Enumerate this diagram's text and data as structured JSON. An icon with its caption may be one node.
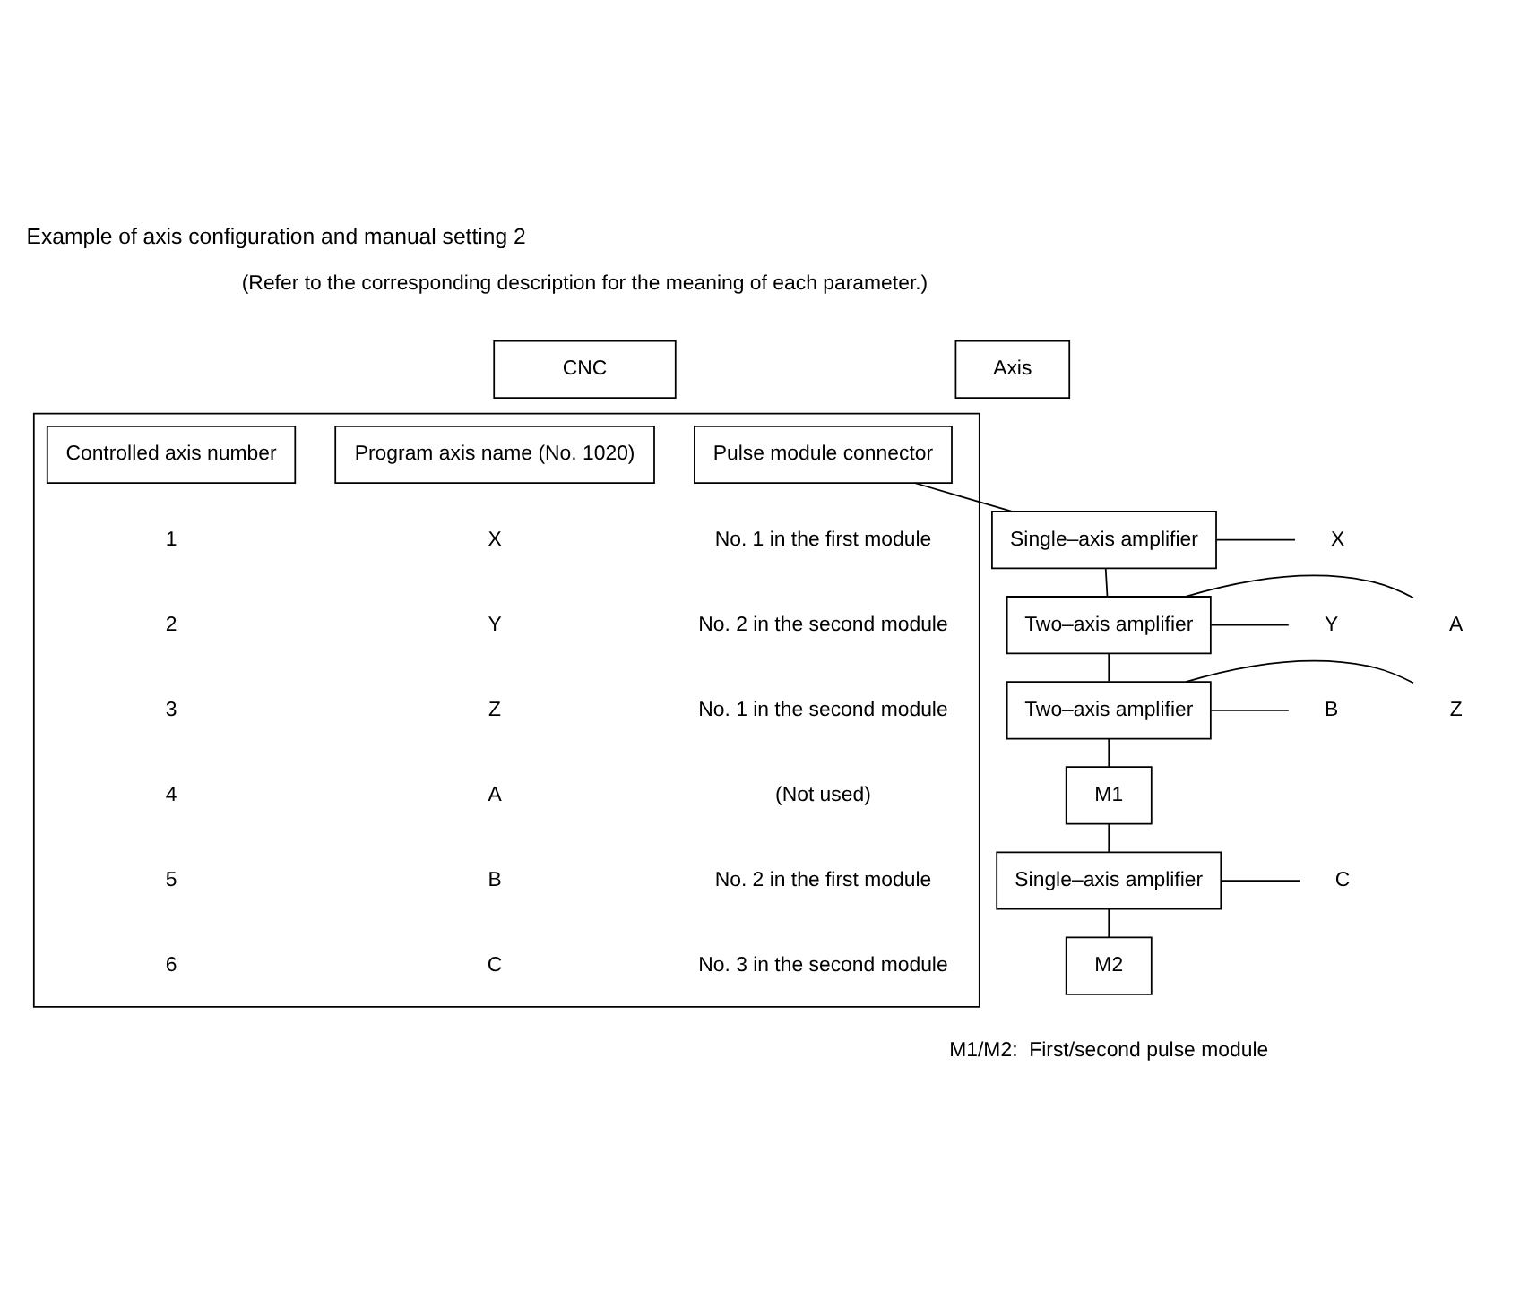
{
  "diagram": {
    "title": "Example of axis configuration and manual setting 2",
    "nodes": [
      {
        "text": [
          "CNC"
        ]
      },
      {
        "text": [],
        "shape": "box"
      },
      {
        "text": [
          "Controlled axis number"
        ],
        "in": 1
      },
      {
        "text": [
          "Program axis name (No. 1020)"
        ],
        "in": 1
      },
      {
        "text": [
          "Pulse module connector"
        ],
        "in": 1
      },
      {
        "text": [
          "Axis"
        ]
      },
      {
        "text": [
          "Single–axis amplifier"
        ]
      },
      {
        "text": [
          "Two–axis amplifier"
        ]
      },
      {
        "text": [
          "Two–axis amplifier"
        ]
      },
      {
        "text": [
          "M1"
        ]
      },
      {
        "text": [
          "Single–axis amplifier"
        ]
      },
      {
        "text": [
          "M2"
        ]
      },
      {
        "text": [
          "X"
        ]
      },
      {
        "text": [
          "A"
        ]
      },
      {
        "text": [
          "Y"
        ]
      },
      {
        "text": [
          "Z"
        ]
      },
      {
        "text": [
          "B"
        ]
      },
      {
        "text": [
          "C"
        ]
      }
    ],
    "edges": [
      {
        "from": 4,
        "to": 6,
        "arrow": "none"
      },
      {
        "from": 6,
        "to": 7,
        "arrow": "none"
      },
      {
        "from": 7,
        "to": 8,
        "arrow": "none"
      },
      {
        "from": 8,
        "to": 9,
        "arrow": "none"
      },
      {
        "from": 9,
        "to": 10,
        "arrow": "none"
      },
      {
        "from": 10,
        "to": 11,
        "arrow": "none"
      },
      {
        "from": 6,
        "to": 12,
        "arrow": "none"
      },
      {
        "from": 7,
        "to": 13,
        "arrow": "none"
      },
      {
        "from": 7,
        "to": 14,
        "arrow": "none"
      },
      {
        "from": 8,
        "to": 15,
        "arrow": "none"
      },
      {
        "from": 8,
        "to": 16,
        "arrow": "none"
      },
      {
        "from": 10,
        "to": 17,
        "arrow": "none"
      }
    ],
    "labels": [
      "(Refer to the corresponding description for the meaning of each parameter.)",
      "1",
      "X",
      "No. 1 in the first module",
      "2",
      "Y",
      "No. 2 in the second module",
      "3",
      "Z",
      "No. 1 in the second module",
      "4",
      "A",
      "(Not used)",
      "5",
      "B",
      "No. 2 in the first module",
      "6",
      "C",
      "No. 3 in the second module",
      "M1/M2:  First/second pulse module"
    ]
  }
}
